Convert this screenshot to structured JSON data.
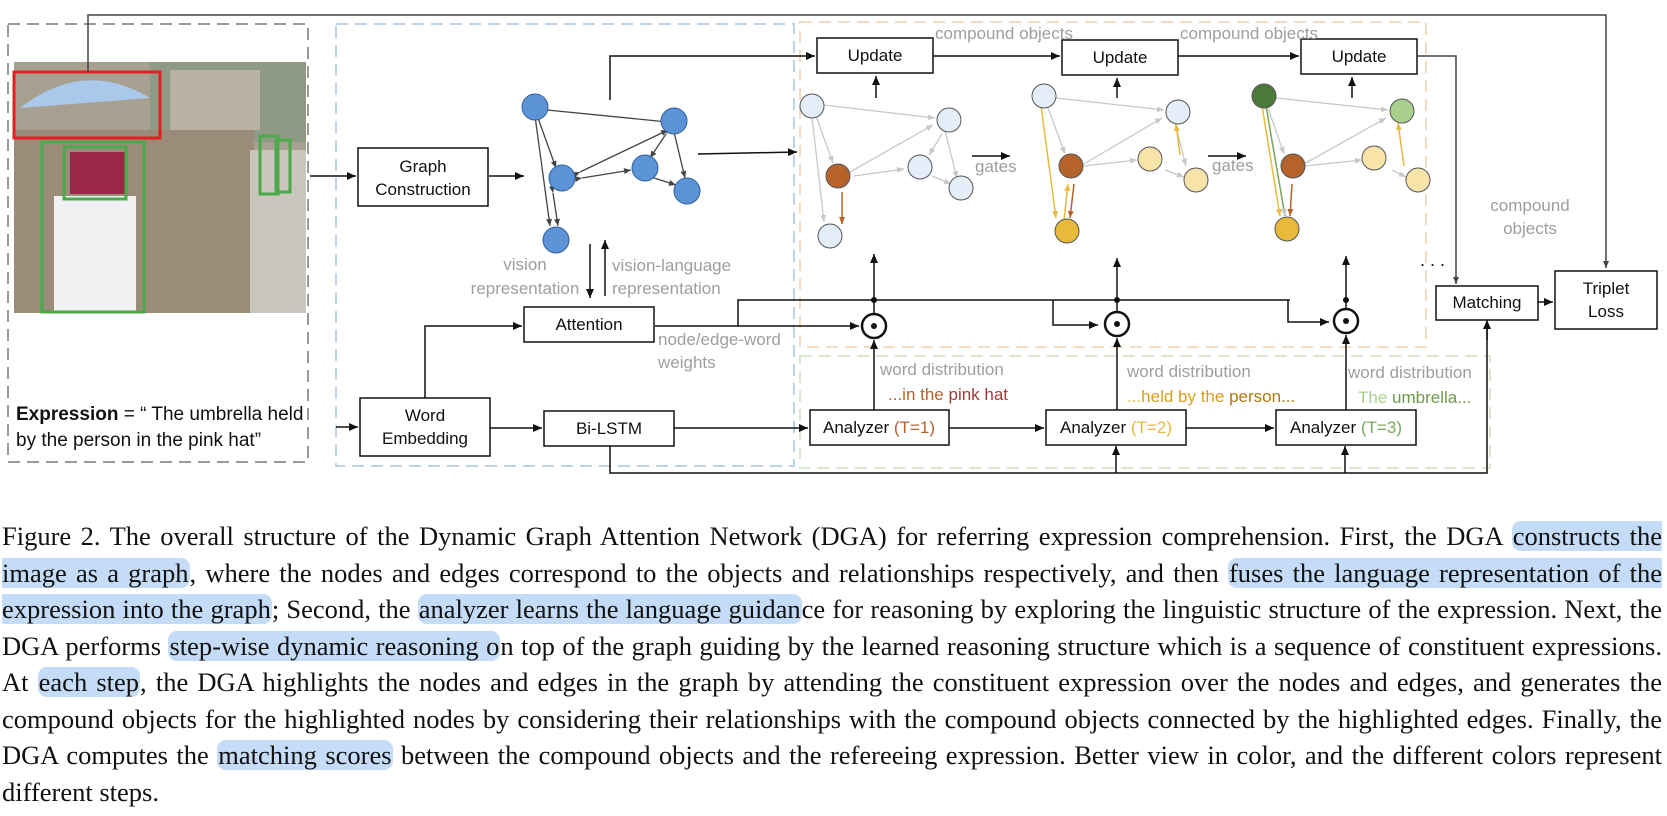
{
  "figure": {
    "expression_prefix": "Expression",
    "expression_rest_line1": " = “ The umbrella held",
    "expression_line2": "by the person in the pink hat”",
    "boxes": {
      "graph_construction_1": "Graph",
      "graph_construction_2": "Construction",
      "attention": "Attention",
      "word_embedding_1": "Word",
      "word_embedding_2": "Embedding",
      "bilstm": "Bi-LSTM",
      "update": "Update",
      "analyzer": "Analyzer",
      "matching": "Matching",
      "triplet_1": "Triplet",
      "triplet_2": "Loss"
    },
    "steps": [
      "T=1",
      "T=2",
      "T=3"
    ],
    "step_colors": [
      "#b5622b",
      "#e9b93c",
      "#7aa85a"
    ],
    "labels": {
      "vision_1": "vision",
      "vision_2": "representation",
      "vl_1": "vision-language",
      "vl_2": "representation",
      "nodeedge_1": "node/edge-word",
      "nodeedge_2": "weights",
      "compound_objects": "compound objects",
      "compound_1": "compound",
      "compound_2": "objects",
      "gates": "gates",
      "word_distribution": "word distribution",
      "ellipsis": ". . ."
    },
    "phrases": [
      {
        "pre": "...",
        "a": "in the ",
        "b": "pink hat"
      },
      {
        "pre": "...",
        "a": "held by the ",
        "b": "person..."
      },
      {
        "pre": "",
        "a": "The ",
        "b": "umbrella..."
      }
    ]
  },
  "caption": {
    "figure_label": "Figure 2.",
    "s1": " The overall structure of the Dynamic Graph Attention Network (DGA) for referring expression comprehension. First, the DGA ",
    "h1": "constructs the image as a graph",
    "s2": ", where the nodes and edges correspond to the objects and relationships respectively, and then ",
    "h2": "fuses the language representation of the expression into the graph",
    "s3": "; Second, the ",
    "h3": "analyzer learns the language guidan",
    "s4": "ce for reasoning by exploring the linguistic structure of the expression. Next, the DGA performs ",
    "h4": "step-wise dynamic reasoning o",
    "s5": "n top of the graph guiding by the learned reasoning structure which is a sequence of constituent expressions. At ",
    "h5": "each step",
    "s6": ", the DGA highlights the nodes and edges in the graph by attending the constituent expression over the nodes and edges, and generates the compound objects for the highlighted nodes by considering their relationships with the compound objects connected by the highlighted edges. Finally, the DGA computes the ",
    "h6": "matching scores",
    "s7": " between the compound objects and the refereeing expression. Better view in color, and the different colors represent different steps."
  }
}
